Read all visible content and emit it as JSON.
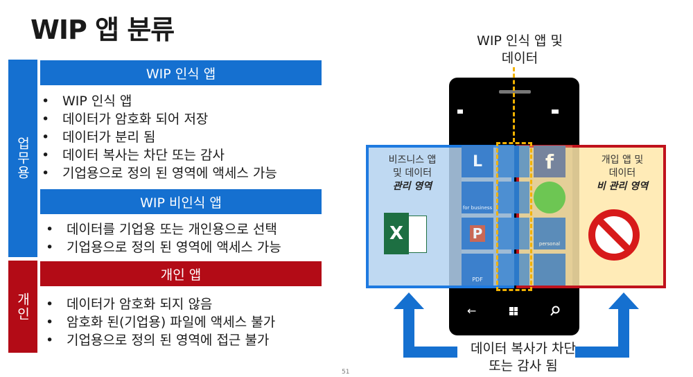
{
  "title": "WIP 앱 분류",
  "side_labels": {
    "business": "업무용",
    "personal": "개인"
  },
  "sections": [
    {
      "header": "WIP 인식 앱",
      "bullets": [
        "WIP 인식 앱",
        "데이터가 암호화 되어 저장",
        "데이터가 분리 됨",
        "데이터 복사는 차단 또는 감사",
        "기업용으로 정의 된 영역에 액세스 가능"
      ]
    },
    {
      "header": "WIP 비인식 앱",
      "bullets": [
        "데이터를 기업용 또는 개인용으로 선택",
        "기업용으로 정의 된 영역에 액세스 가능"
      ]
    },
    {
      "header": "개인 앱",
      "bullets": [
        "데이터가 암호화 되지 않음",
        "암호화 된(기업용) 파일에 액세스 불가",
        "기업용으로 정의 된 영역에 접근 불가"
      ]
    }
  ],
  "diagram": {
    "top_label_line1": "WIP 인식 앱 및",
    "top_label_line2": "데이터",
    "biz_zone": {
      "line1": "비즈니스 앱",
      "line2": "및 데이터",
      "line3": "관리 영역"
    },
    "personal_zone": {
      "line1": "개입 앱 및",
      "line2": "데이터",
      "line3": "비 관리 영역"
    },
    "bottom_label_line1": "데이터 복사가 차단",
    "bottom_label_line2": "또는 감사 됨",
    "tiles": {
      "onedrive_biz": "for business",
      "onedrive_personal": "personal",
      "pdf": "PDF",
      "lync_letter": "L",
      "excel_letter": "X",
      "ppt_letter": "P",
      "fb_letter": "f"
    }
  },
  "page_number": "51",
  "colors": {
    "blue": "#1570d0",
    "red": "#b30b16",
    "yellow": "#f2b200"
  }
}
